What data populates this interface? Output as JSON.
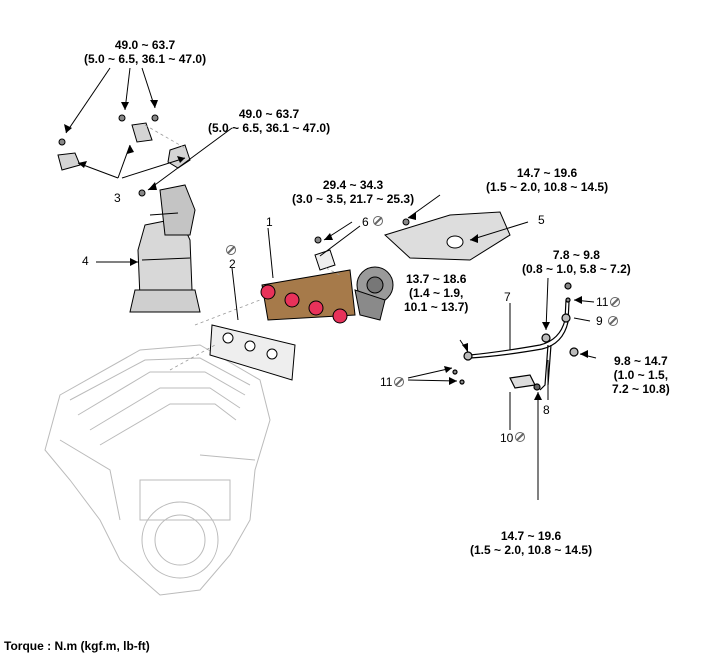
{
  "torque_labels": {
    "catalytic_mount": {
      "line1": "49.0 ~ 63.7",
      "line2": "(5.0 ~ 6.5, 36.1 ~ 47.0)"
    },
    "catalytic_bracket": {
      "line1": "49.0 ~ 63.7",
      "line2": "(5.0 ~ 6.5, 36.1 ~ 47.0)"
    },
    "turbo_nut": {
      "line1": "29.4 ~ 34.3",
      "line2": "(3.0 ~ 3.5, 21.7 ~ 25.3)"
    },
    "heat_protector": {
      "line1": "14.7 ~ 19.6",
      "line2": "(1.5 ~ 2.0, 10.8 ~ 14.5)"
    },
    "oil_pipe_top": {
      "line1": "7.8 ~ 9.8",
      "line2": "(0.8 ~ 1.0, 5.8 ~ 7.2)"
    },
    "oil_feed": {
      "line1": "13.7 ~ 18.6",
      "line2": "(1.4 ~ 1.9,",
      "line3": "10.1 ~ 13.7)"
    },
    "eye_bolt": {
      "line1": "9.8 ~ 14.7",
      "line2": "(1.0 ~ 1.5,",
      "line3": "7.2 ~ 10.8)"
    },
    "drain": {
      "line1": "14.7 ~ 19.6",
      "line2": "(1.5 ~ 2.0, 10.8 ~ 14.5)"
    }
  },
  "part_numbers": {
    "p1": "1",
    "p2": "2",
    "p3": "3",
    "p4": "4",
    "p5": "5",
    "p6": "6",
    "p7": "7",
    "p8": "8",
    "p9": "9",
    "p10": "10",
    "p11a": "11",
    "p11b": "11"
  },
  "footer": "Torque : N.m (kgf.m, lb-ft)",
  "colors": {
    "line": "#000000",
    "gasket_red": "#e8325a",
    "manifold_bronze": "#a67a4a",
    "turbo_gray": "#9a9a9a"
  }
}
